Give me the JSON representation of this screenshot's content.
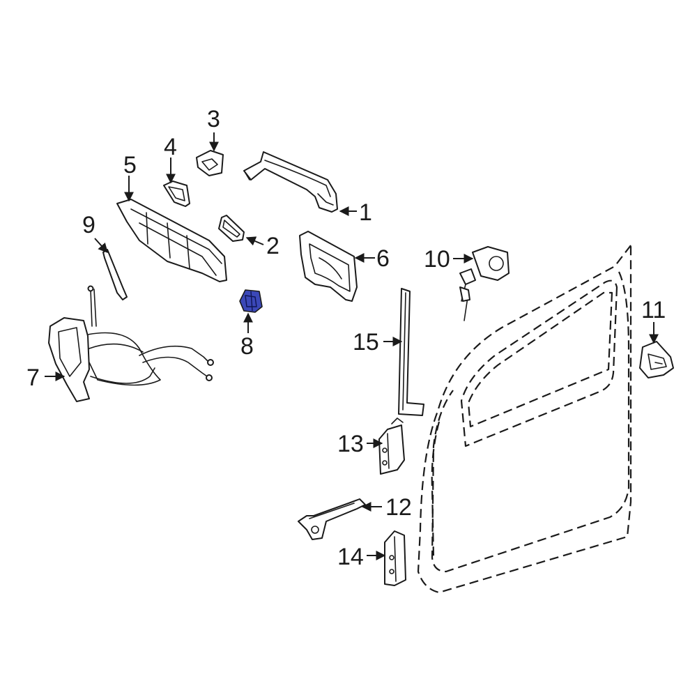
{
  "callouts": {
    "c1": "1",
    "c2": "2",
    "c3": "3",
    "c4": "4",
    "c5": "5",
    "c6": "6",
    "c7": "7",
    "c8": "8",
    "c9": "9",
    "c10": "10",
    "c11": "11",
    "c12": "12",
    "c13": "13",
    "c14": "14",
    "c15": "15"
  },
  "colors": {
    "highlight": "#3b48b8",
    "line": "#1a1a1a",
    "background": "#ffffff"
  },
  "highlighted_part": "8"
}
